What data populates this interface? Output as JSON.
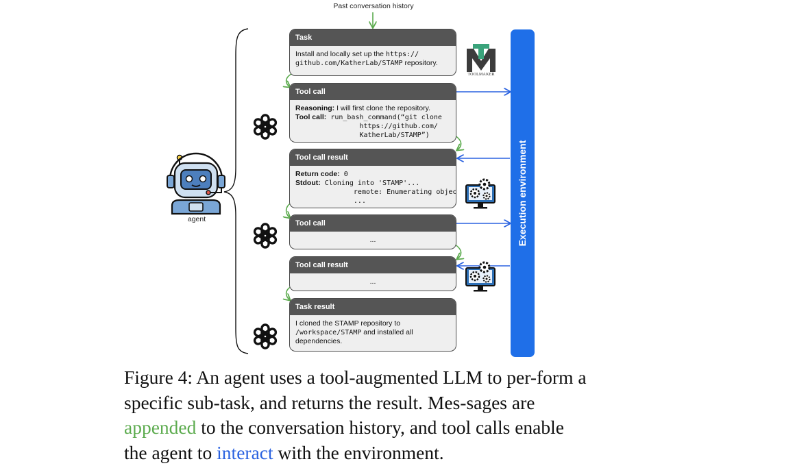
{
  "diagram": {
    "top_label": "Past conversation history",
    "agent_label": "agent",
    "execution_environment_label": "Execution environment",
    "toolmaker_logo_text": "TOOLMAKER",
    "messages": [
      {
        "header": "Task",
        "text": "Install and locally set up the ",
        "code": "https://\ngithub.com/KatherLab/STAMP",
        "text_after": " repository."
      },
      {
        "header": "Tool call",
        "reasoning_label": "Reasoning:",
        "reasoning_text": " I will first clone the repository.",
        "tool_call_label": "Tool call:",
        "tool_call_code": " run_bash_command(“git clone\n        https://github.com/\n        KatherLab/STAMP”)"
      },
      {
        "header": "Tool call result",
        "return_code_label": "Return code:",
        "return_code_value": " 0",
        "stdout_label": "Stdout:",
        "stdout_code": " Cloning into 'STAMP'...\n        remote: Enumerating objects\n        ..."
      },
      {
        "header": "Tool call",
        "body": "..."
      },
      {
        "header": "Tool call result",
        "body": "..."
      },
      {
        "header": "Task result",
        "text_before": "I cloned the STAMP repository to",
        "code": "/workspace/STAMP",
        "text_after": " and installed all dependencies."
      }
    ],
    "icons": {
      "openai_logo": "openai-logo-icon",
      "robot": "robot-agent-icon",
      "computer_gears": "computer-gears-icon",
      "docker": "docker-whale-icon",
      "toolmaker": "toolmaker-logo-icon"
    },
    "colors": {
      "append_arrow": "#5cab4e",
      "interact_arrow": "#2a62e0",
      "execution_bar": "#1f6fe8",
      "card_header": "#555555",
      "card_body": "#efefef"
    }
  },
  "caption": {
    "part1": "Figure 4: An agent uses a tool-augmented LLM to per-form a specific sub-task, and returns the result. Mes-sages are ",
    "appended": "appended",
    "part2": " to the conversation history, and tool calls enable the agent to ",
    "interact": "interact",
    "part3": " with the environment."
  }
}
